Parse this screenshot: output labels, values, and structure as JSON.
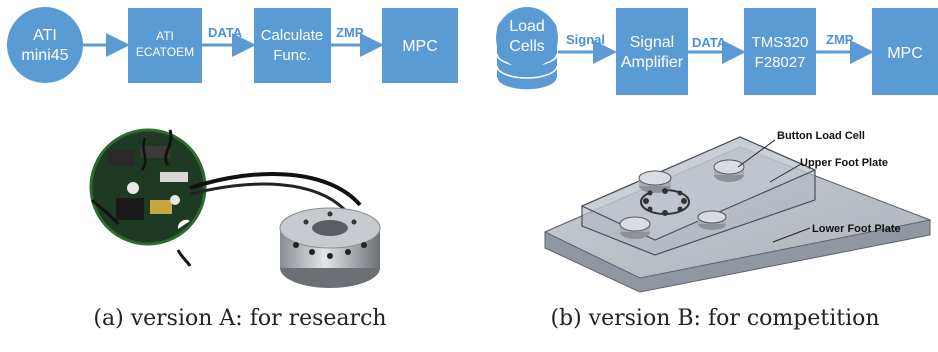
{
  "colors": {
    "node_fill": "#5b9bd5",
    "arrow": "#5b9bd5",
    "edge_label": "#4a90d9"
  },
  "panel_a": {
    "nodes": {
      "ati_line1": "ATI",
      "ati_line2": "mini45",
      "ecatoem_line1": "ATI",
      "ecatoem_line2": "ECATOEM",
      "calc_line1": "Calculate",
      "calc_line2": "Func.",
      "mpc": "MPC"
    },
    "edges": {
      "data": "DATA",
      "zmp": "ZMP"
    },
    "caption": "(a) version A: for research"
  },
  "panel_b": {
    "nodes": {
      "load_line1": "Load",
      "load_line2": "Cells",
      "amp_line1": "Signal",
      "amp_line2": "Amplifier",
      "tms_line1": "TMS320",
      "tms_line2": "F28027",
      "mpc": "MPC"
    },
    "edges": {
      "signal": "Signal",
      "data": "DATA",
      "zmp": "ZMP"
    },
    "callouts": {
      "button": "Button Load Cell",
      "upper": "Upper Foot Plate",
      "lower": "Lower Foot Plate"
    },
    "caption": "(b) version B: for competition"
  }
}
